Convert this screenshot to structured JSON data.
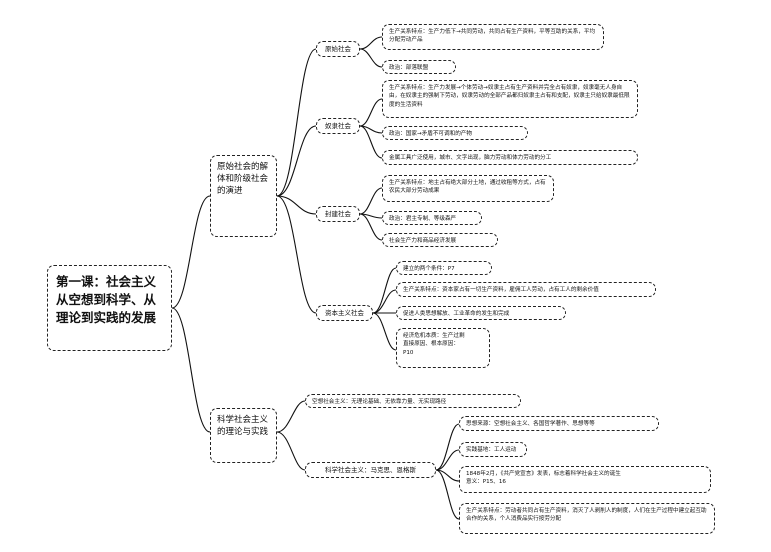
{
  "root": {
    "text": "第一课：社会主义从空想到科学、从理论到实践的发展"
  },
  "branch1": {
    "text": "原始社会的解体和阶级社会的演进",
    "primitive": {
      "text": "原始社会",
      "relations": "生产关系特点：生产力低下→共同劳动，共同占有生产资料，平等互助的关系，平均分配劳动产品",
      "politics": "政治：部落联盟"
    },
    "slave": {
      "text": "奴隶社会",
      "relations": "生产关系特点：生产力发展→个体劳动→奴隶主占有生产资料并完全占有奴隶，奴隶毫无人身自由，在奴隶主的强制下劳动，奴隶劳动的全部产品都归奴隶主占有和支配，奴隶主只给奴隶最低限度的生活资料",
      "politics": "政治：国家→矛盾不可调和的产物",
      "culture": "金属工具广泛使用，城市、文字出现，脑力劳动和体力劳动的分工"
    },
    "feudal": {
      "text": "封建社会",
      "relations": "生产关系特点：地主占有绝大部分土地，通过收租等方式，占有农民大部分劳动成果",
      "politics": "政治：君主专制、等级森严",
      "economy": "社会生产力和商品经济发展"
    },
    "capitalist": {
      "text": "资本主义社会",
      "conditions": "建立的两个条件：P7",
      "relations": "生产关系特点：资本家占有一切生产资料，雇佣工人劳动，占有工人的剩余价值",
      "progress": "促进人类思想解放、工业革命的发生和完成",
      "crisis": "经济危机本质：生产过剩\n直接原因、根本原因：\nP10"
    }
  },
  "branch2": {
    "text": "科学社会主义的理论与实践",
    "utopian": {
      "text": "空想社会主义：无理论基础、无依靠力量、无实现路径"
    },
    "scientific": {
      "text": "科学社会主义：马克思、恩格斯",
      "source": "思想来源：空想社会主义、各国哲学著作、思想等等",
      "base": "实践基地：工人运动",
      "manifesto": "1848年2月，《共产党宣言》发表，标志着科学社会主义的诞生\n意义：P15、16",
      "relations": "生产关系特点：劳动者共同占有生产资料，消灭了人剥削人的制度，人们在生产过程中建立起互助合作的关系，个人消费品实行按劳分配"
    }
  }
}
